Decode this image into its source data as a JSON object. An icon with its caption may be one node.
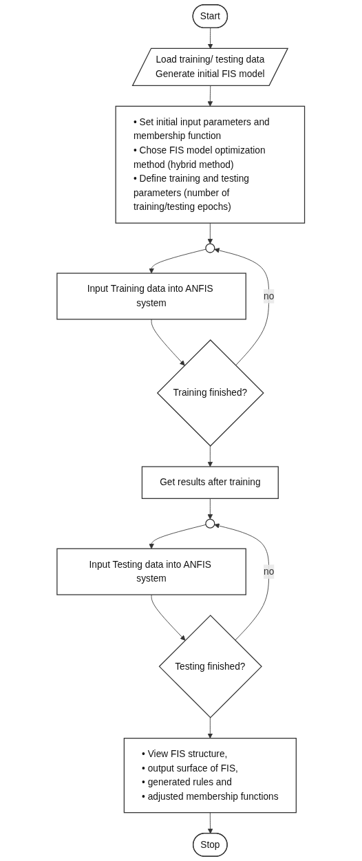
{
  "diagram": {
    "nodes": [
      {
        "text": [
          "Start"
        ]
      },
      {
        "text": [
          "Load training/ testing data",
          "Generate initial FIS model"
        ]
      },
      {
        "text": [
          "• Set initial input parameters and membership function",
          "• Chose FIS model optimization method (hybrid method)",
          "• Define training and testing parameters (number of training/testing epochs)"
        ]
      },
      {
        "text": [],
        "shape": "circle"
      },
      {
        "text": [
          "Input Training data into ANFIS system"
        ]
      },
      {
        "text": [
          "Training finished?"
        ]
      },
      {
        "text": [
          "Get results after training"
        ]
      },
      {
        "text": [],
        "shape": "circle"
      },
      {
        "text": [
          "Input Testing data into ANFIS system"
        ]
      },
      {
        "text": [
          "Testing finished?"
        ]
      },
      {
        "text": [
          "• View FIS structure,",
          "• output surface of FIS,",
          "• generated rules and",
          "• adjusted membership functions"
        ]
      },
      {
        "text": [
          "Stop"
        ]
      }
    ],
    "edges": [
      {
        "from": 0,
        "to": 1,
        "arrow": "to"
      },
      {
        "from": 1,
        "to": 2,
        "arrow": "to"
      },
      {
        "from": 2,
        "to": 3,
        "arrow": "to"
      },
      {
        "from": 3,
        "to": 4,
        "arrow": "to"
      },
      {
        "from": 4,
        "to": 5,
        "arrow": "to"
      },
      {
        "from": 5,
        "to": 3,
        "arrow": "to",
        "label": "no"
      },
      {
        "from": 5,
        "to": 6,
        "arrow": "to"
      },
      {
        "from": 6,
        "to": 7,
        "arrow": "to"
      },
      {
        "from": 7,
        "to": 8,
        "arrow": "to"
      },
      {
        "from": 8,
        "to": 9,
        "arrow": "to"
      },
      {
        "from": 9,
        "to": 7,
        "arrow": "to",
        "label": "no"
      },
      {
        "from": 9,
        "to": 10,
        "arrow": "to"
      },
      {
        "from": 10,
        "to": 11,
        "arrow": "to"
      }
    ]
  }
}
